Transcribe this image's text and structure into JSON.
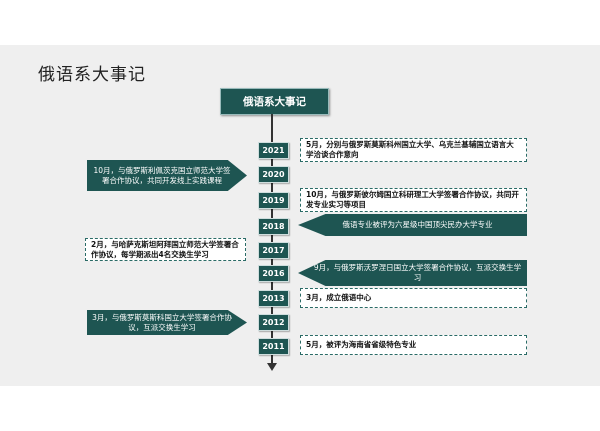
{
  "slide": {
    "title": "俄语系大事记",
    "header": "俄语系大事记"
  },
  "years": [
    "2021",
    "2020",
    "2019",
    "2018",
    "2017",
    "2016",
    "2013",
    "2012",
    "2011"
  ],
  "events": {
    "e2021": "5月，分别与俄罗斯莫斯科州国立大学、乌克兰基辅国立语言大学洽谈合作意向",
    "e2020": "10月，与俄罗斯利佩茨克国立师范大学签署合作协议，共同开发线上实践课程",
    "e2019": "10月，与俄罗斯彼尔姆国立科研理工大学签署合作协议，共同开发专业实习等项目",
    "e2018": "俄语专业被评为六星级中国顶尖民办大学专业",
    "e2017": "2月，与哈萨克斯坦阿拜国立师范大学签署合作协议，每学期派出4名交换生学习",
    "e2016": "9月，与俄罗斯沃罗涅日国立大学签署合作协议，互派交换生学习",
    "e2013": "3月，成立俄语中心",
    "e2012": "3月，与俄罗斯莫斯科国立大学签署合作协议，互派交换生学习",
    "e2011": "5月，被评为海南省省级特色专业"
  },
  "colors": {
    "primary": "#1e5552",
    "background": "#efefef"
  }
}
